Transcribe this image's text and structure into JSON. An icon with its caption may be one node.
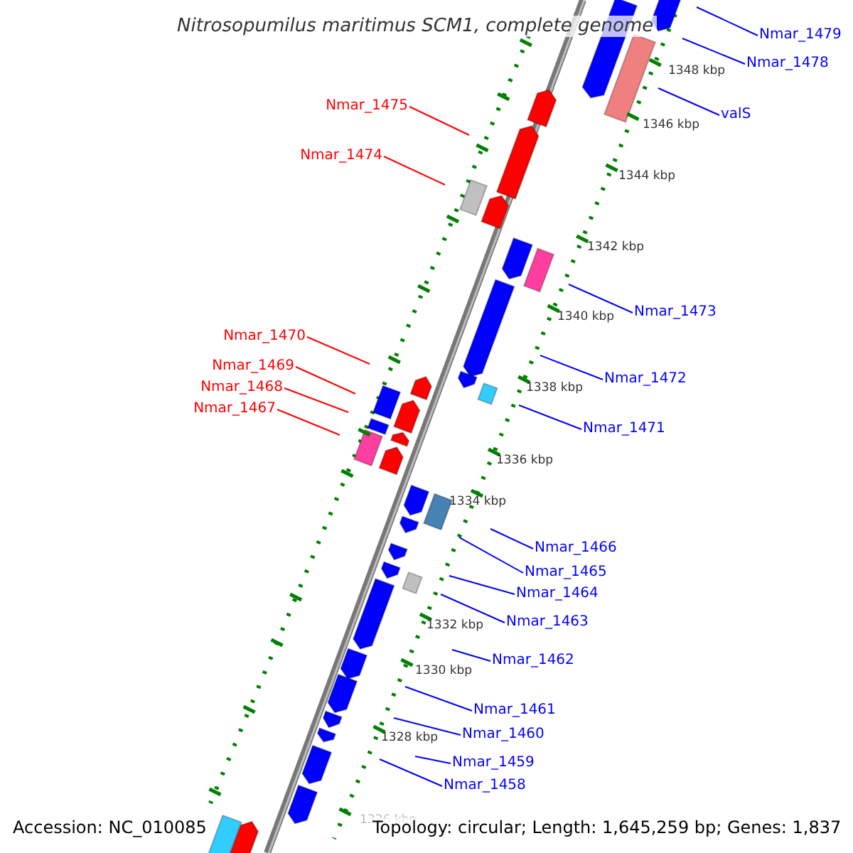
{
  "diagram": {
    "title": "Nitrosopumilus maritimus SCM1, complete genome",
    "nodes": [
      {
        "text": [
          "Nmar_1479"
        ]
      },
      {
        "text": [
          "Nmar_1478"
        ]
      },
      {
        "text": [
          "Nmar_1475"
        ]
      },
      {
        "text": [
          "valS"
        ]
      },
      {
        "text": [
          "Nmar_1474"
        ]
      },
      {
        "text": [
          "Nmar_1473"
        ]
      },
      {
        "text": [
          "Nmar_1470"
        ]
      },
      {
        "text": [
          "Nmar_1469"
        ]
      },
      {
        "text": [
          "Nmar_1472"
        ]
      },
      {
        "text": [
          "Nmar_1468"
        ]
      },
      {
        "text": [
          "Nmar_1467"
        ]
      },
      {
        "text": [
          "Nmar_1471"
        ]
      },
      {
        "text": [
          "Nmar_1466"
        ]
      },
      {
        "text": [
          "Nmar_1465"
        ]
      },
      {
        "text": [
          "Nmar_1464"
        ]
      },
      {
        "text": [
          "Nmar_1463"
        ]
      },
      {
        "text": [
          "Nmar_1462"
        ]
      },
      {
        "text": [
          "Nmar_1461"
        ]
      },
      {
        "text": [
          "Nmar_1460"
        ]
      },
      {
        "text": [
          "Nmar_1459"
        ]
      },
      {
        "text": [
          "Nmar_1458"
        ]
      }
    ],
    "edges": [
      {
        "from": 0,
        "to": null,
        "arrow": "none"
      },
      {
        "from": 1,
        "to": null,
        "arrow": "none"
      },
      {
        "from": 2,
        "to": null,
        "arrow": "none",
        "color": "#ff0000"
      },
      {
        "from": 3,
        "to": null,
        "arrow": "none"
      },
      {
        "from": 4,
        "to": null,
        "arrow": "none",
        "color": "#ff0000"
      },
      {
        "from": 5,
        "to": null,
        "arrow": "none"
      },
      {
        "from": 6,
        "to": null,
        "arrow": "none",
        "color": "#ff0000"
      },
      {
        "from": 7,
        "to": null,
        "arrow": "none",
        "color": "#ff0000"
      },
      {
        "from": 8,
        "to": null,
        "arrow": "none"
      },
      {
        "from": 9,
        "to": null,
        "arrow": "none",
        "color": "#ff0000"
      },
      {
        "from": 10,
        "to": null,
        "arrow": "none",
        "color": "#ff0000"
      },
      {
        "from": 11,
        "to": null,
        "arrow": "none"
      },
      {
        "from": 12,
        "to": null,
        "arrow": "none"
      },
      {
        "from": 13,
        "to": null,
        "arrow": "none"
      },
      {
        "from": 14,
        "to": null,
        "arrow": "none"
      },
      {
        "from": 15,
        "to": null,
        "arrow": "none"
      },
      {
        "from": 16,
        "to": null,
        "arrow": "none"
      },
      {
        "from": 17,
        "to": null,
        "arrow": "none"
      },
      {
        "from": 18,
        "to": null,
        "arrow": "none"
      },
      {
        "from": 19,
        "to": null,
        "arrow": "none"
      },
      {
        "from": 20,
        "to": null,
        "arrow": "none"
      }
    ],
    "labels": [
      "1348 kbp",
      "1346 kbp",
      "1344 kbp",
      "1342 kbp",
      "1340 kbp",
      "1338 kbp",
      "1336 kbp",
      "1334 kbp",
      "1332 kbp",
      "1330 kbp",
      "1328 kbp",
      "1326 kbp",
      "Accession: NC_010085",
      "Topology: circular; Length: 1,645,259 bp; Genes: 1,837"
    ]
  }
}
